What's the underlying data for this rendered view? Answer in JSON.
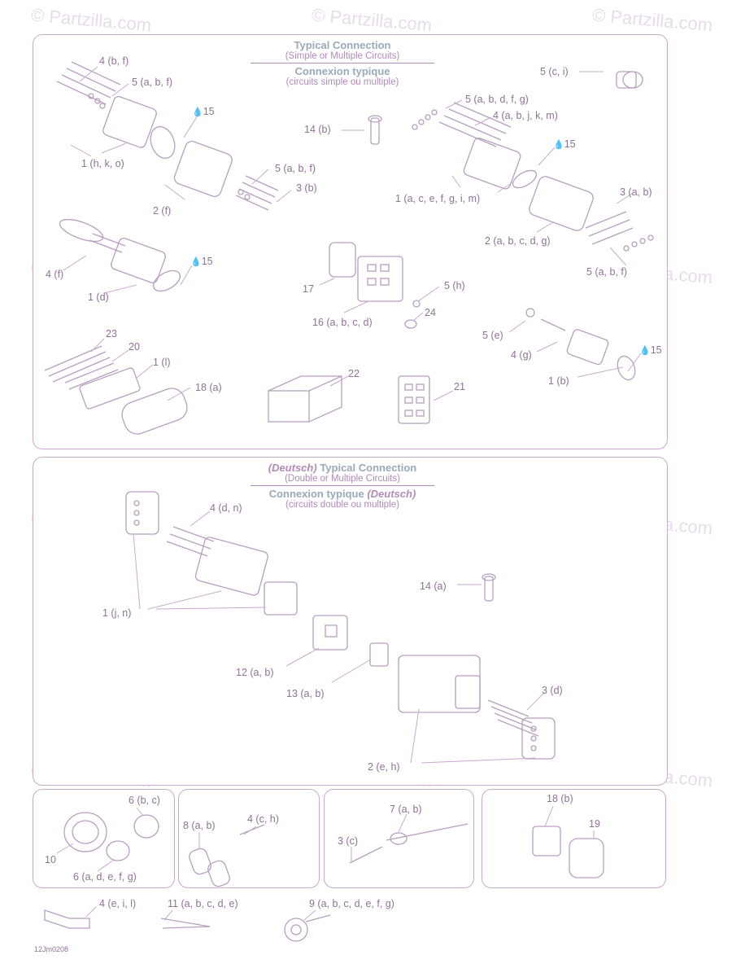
{
  "watermark": "© Partzilla.com",
  "diagram_code": "12Jm0208",
  "panel_top": {
    "title_en": "Typical Connection",
    "subtitle_en": "(Simple or Multiple Circuits)",
    "title_fr": "Connexion typique",
    "subtitle_fr": "(circuits simple ou multiple)"
  },
  "panel_mid": {
    "brand": "(Deutsch)",
    "title_en": "Typical Connection",
    "subtitle_en": "(Double or Multiple Circuits)",
    "title_fr": "Connexion typique",
    "subtitle_fr": "(circuits double ou multiple)"
  },
  "labels_top": {
    "l01": "4 (b, f)",
    "l02": "5 (a, b, f)",
    "l03": "15",
    "l04": "1 (h, k, o)",
    "l05": "2 (f)",
    "l06": "5 (a, b, f)",
    "l07": "3 (b)",
    "l08": "14 (b)",
    "l09": "5 (c, i)",
    "l10": "5 (a, b, d, f, g)",
    "l11": "4 (a, b, j, k, m)",
    "l12": "15",
    "l13": "1 (a, c, e, f, g, i, m)",
    "l14": "3 (a, b)",
    "l15": "2 (a, b, c, d, g)",
    "l16": "5 (a, b, f)",
    "l17": "4 (f)",
    "l18": "15",
    "l19": "1 (d)",
    "l20": "17",
    "l21": "5 (h)",
    "l22": "16 (a, b, c, d)",
    "l23": "24",
    "l24": "5 (e)",
    "l25": "4 (g)",
    "l26": "15",
    "l27": "1 (b)",
    "l28": "23",
    "l29": "20",
    "l30": "1 (l)",
    "l31": "18 (a)",
    "l32": "22",
    "l33": "21"
  },
  "labels_mid": {
    "m1": "4 (d, n)",
    "m2": "14 (a)",
    "m3": "1 (j, n)",
    "m4": "12 (a, b)",
    "m5": "13 (a, b)",
    "m6": "3 (d)",
    "m7": "2 (e, h)"
  },
  "labels_bottom": {
    "b01": "6 (b, c)",
    "b02": "10",
    "b03": "6 (a, d, e, f, g)",
    "b04": "8 (a, b)",
    "b05": "4 (c, h)",
    "b06": "7 (a, b)",
    "b07": "3 (c)",
    "b08": "18 (b)",
    "b09": "19",
    "b10": "4 (e, i, l)",
    "b11": "11 (a, b, c, d, e)",
    "b12": "9 (a, b, c, d, e, f, g)"
  },
  "colors": {
    "line": "#c9a9cf",
    "part": "#b79fc0",
    "text": "#8f7296",
    "accent": "#8aa6a0"
  }
}
